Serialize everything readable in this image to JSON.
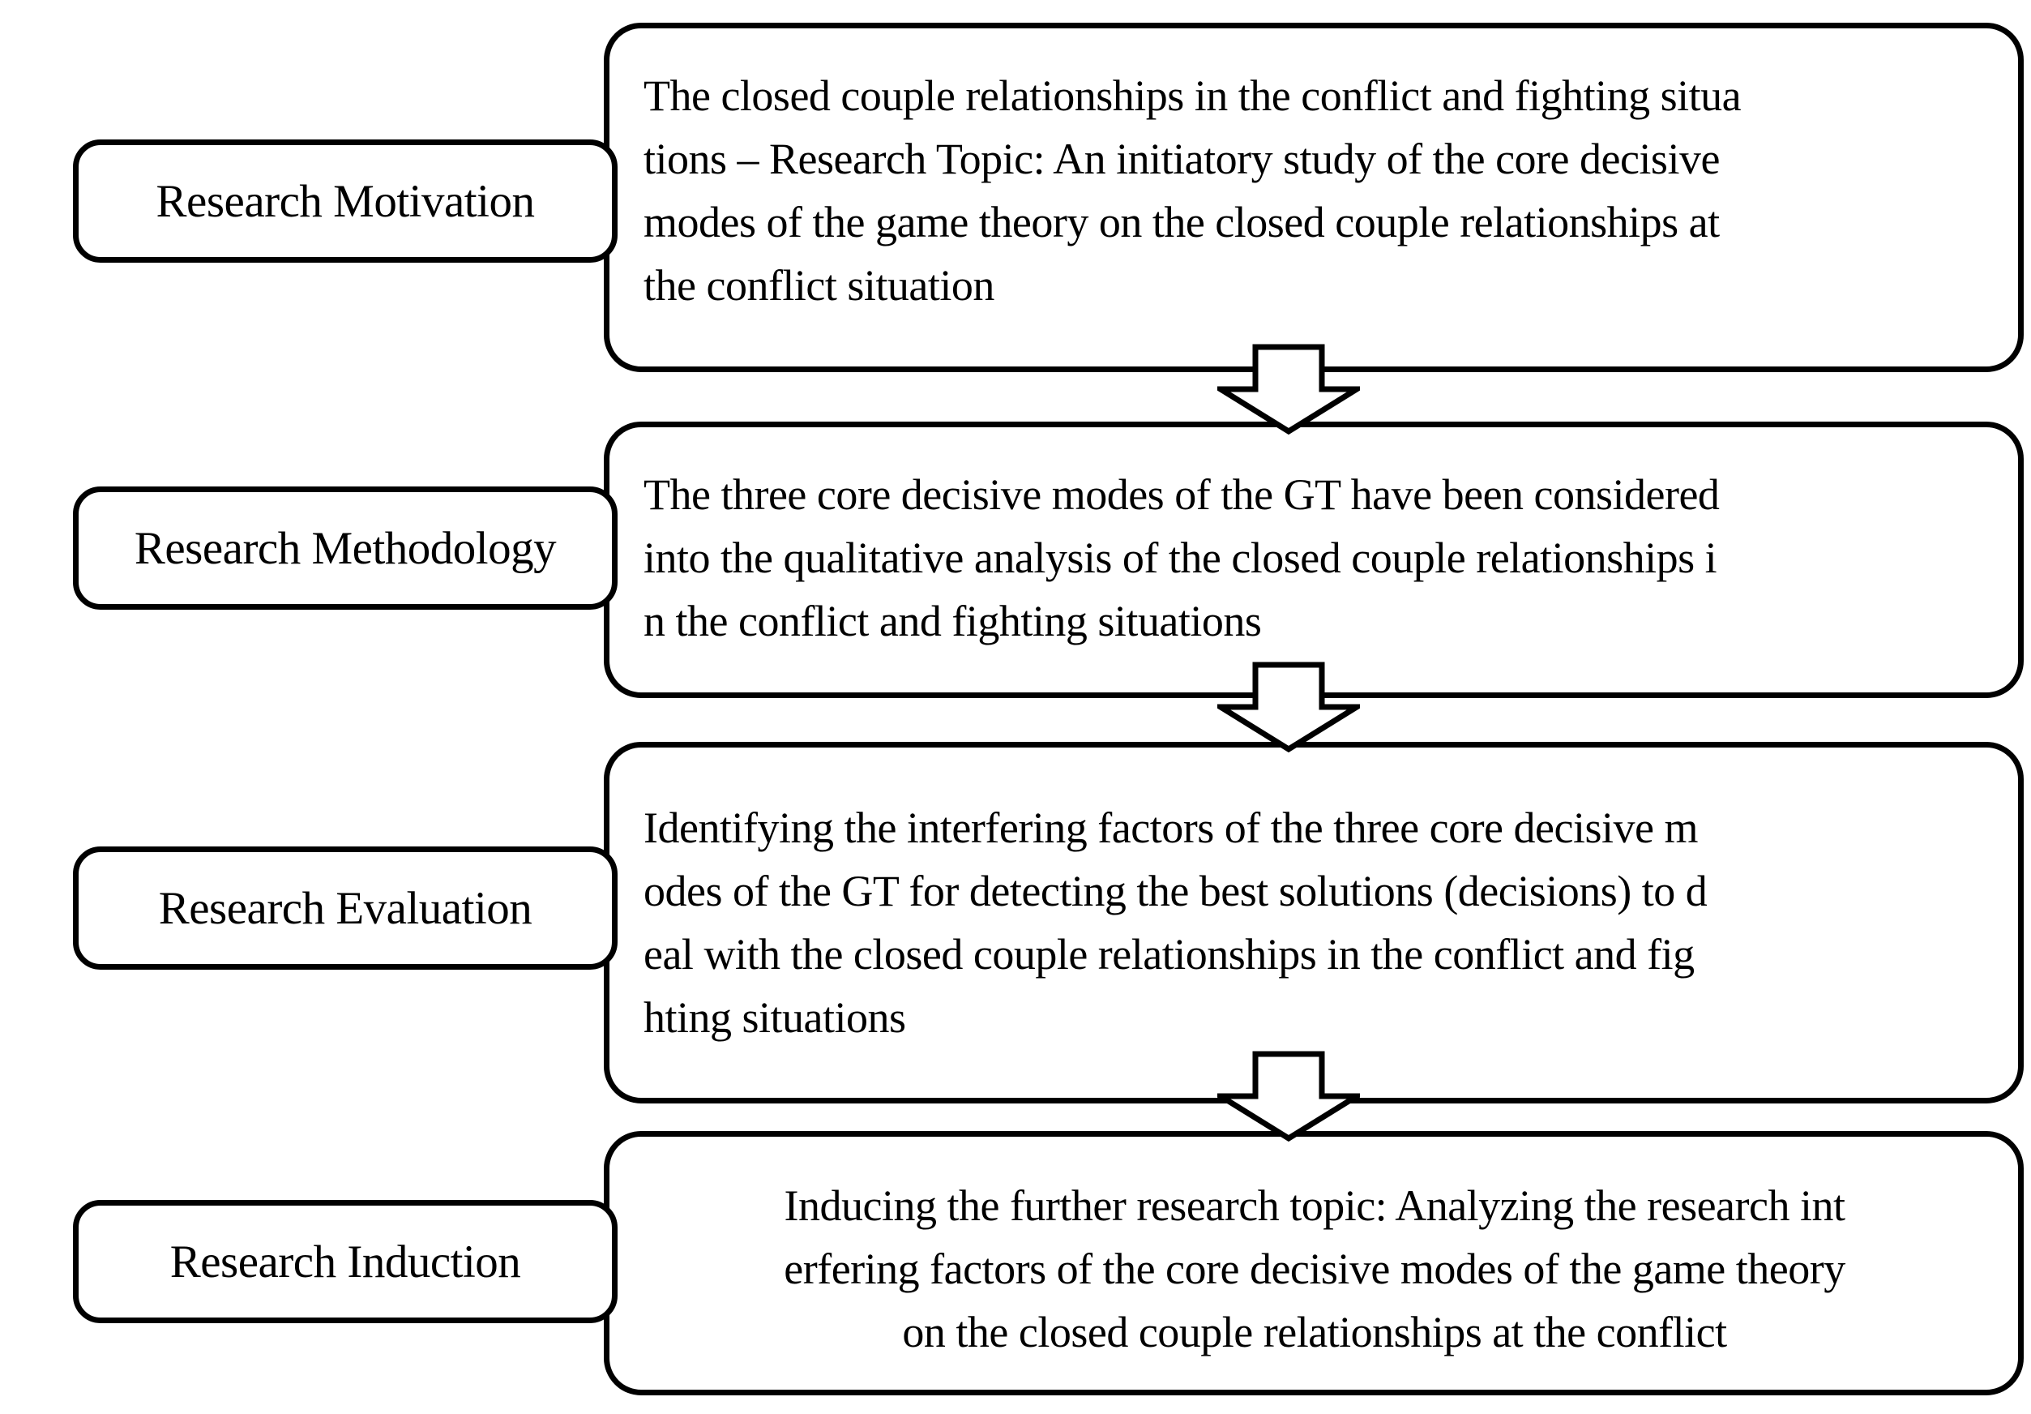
{
  "colors": {
    "background": "#ffffff",
    "border": "#000000",
    "text": "#000000",
    "arrow_fill": "#ffffff",
    "arrow_outline": "#000000"
  },
  "icons": {
    "connector": {
      "name": "down-block-arrow-icon",
      "shape": "outlined block arrow pointing down",
      "count": 3
    }
  },
  "stages": [
    {
      "label": "Research Motivation",
      "content": "The closed couple relationships in the conflict and fighting situa\ntions – Research Topic: An initiatory study of the core decisive\nmodes of the game theory on the closed couple relationships at\nthe conflict situation"
    },
    {
      "label": "Research Methodology",
      "content": "The three core decisive modes of the GT have been considered\ninto the qualitative analysis of the closed couple relationships i\nn the conflict and fighting situations"
    },
    {
      "label": "Research Evaluation",
      "content": "Identifying the interfering factors of the three core decisive m\nodes of the GT for detecting the best solutions (decisions) to d\neal with the closed couple relationships in the conflict and fig\nhting situations"
    },
    {
      "label": "Research Induction",
      "content": "Inducing the further research topic: Analyzing the research int\nerfering factors of the core decisive modes of the game theory\non the closed couple relationships at the conflict"
    }
  ]
}
